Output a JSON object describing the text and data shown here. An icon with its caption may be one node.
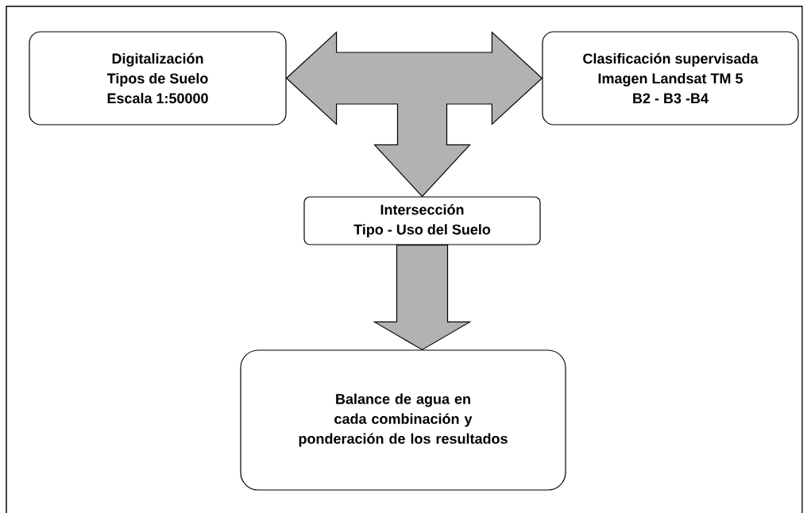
{
  "diagram": {
    "nodes": [
      {
        "text": [
          "Digitalización",
          "Tipos de Suelo",
          "Escala 1:50000"
        ]
      },
      {
        "text": [
          "Clasificación supervisada",
          "Imagen Landsat TM 5",
          "B2 - B3 -B4"
        ]
      },
      {
        "text": [
          "Intersección",
          "Tipo - Uso del Suelo"
        ]
      },
      {
        "text": [
          "Balance de agua en cada combinación y ponderación de los resultados"
        ]
      }
    ],
    "edges": [
      {
        "from": 0,
        "to": 2,
        "arrow": "both"
      },
      {
        "from": 1,
        "to": 2,
        "arrow": "both"
      },
      {
        "from": 2,
        "to": 3,
        "arrow": "to"
      }
    ]
  }
}
